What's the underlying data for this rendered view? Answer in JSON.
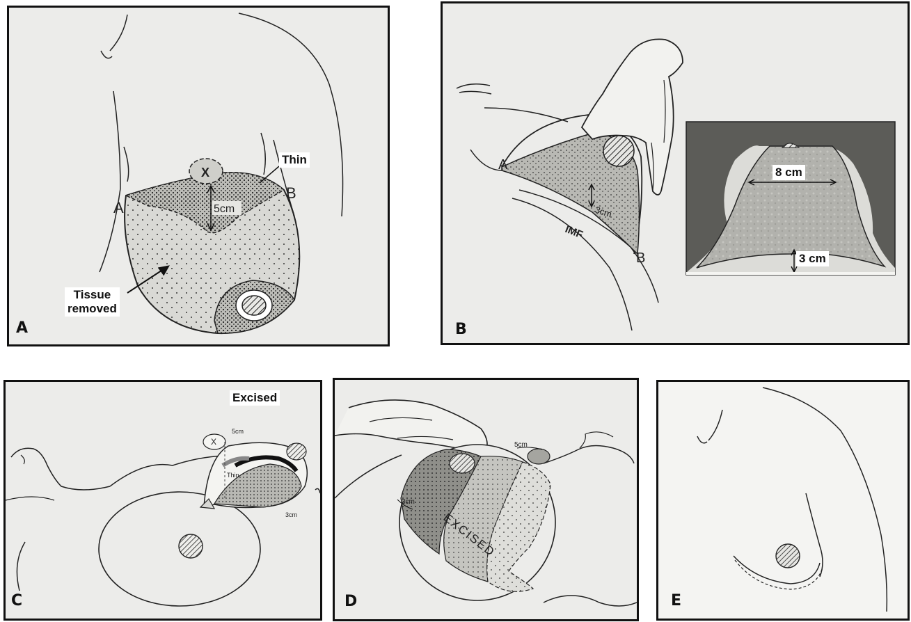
{
  "panels": {
    "a": {
      "tag": "A",
      "labels": {
        "thin": "Thin",
        "tissue_line1": "Tissue",
        "tissue_line2": "removed",
        "point_a": "A",
        "point_b": "B",
        "x": "X",
        "measure": "5cm"
      }
    },
    "b": {
      "tag": "B",
      "labels": {
        "point_a": "A",
        "point_b": "B",
        "imf": "IMF",
        "measure_small": "3cm",
        "width": "8 cm",
        "base": "3 cm"
      }
    },
    "c": {
      "tag": "C",
      "labels": {
        "excised": "Excised",
        "x": "X",
        "measure_top": "5cm",
        "thin": "Thin",
        "measure_side": "3cm"
      }
    },
    "d": {
      "tag": "D",
      "labels": {
        "excised": "EXCISED",
        "measure_top": "5cm",
        "measure_side": "3cm"
      }
    },
    "e": {
      "tag": "E"
    }
  },
  "colors": {
    "border": "#111111",
    "panel_bg": "#ececea",
    "tissue": "#c9c9c6",
    "dense": "#9a9a96"
  }
}
